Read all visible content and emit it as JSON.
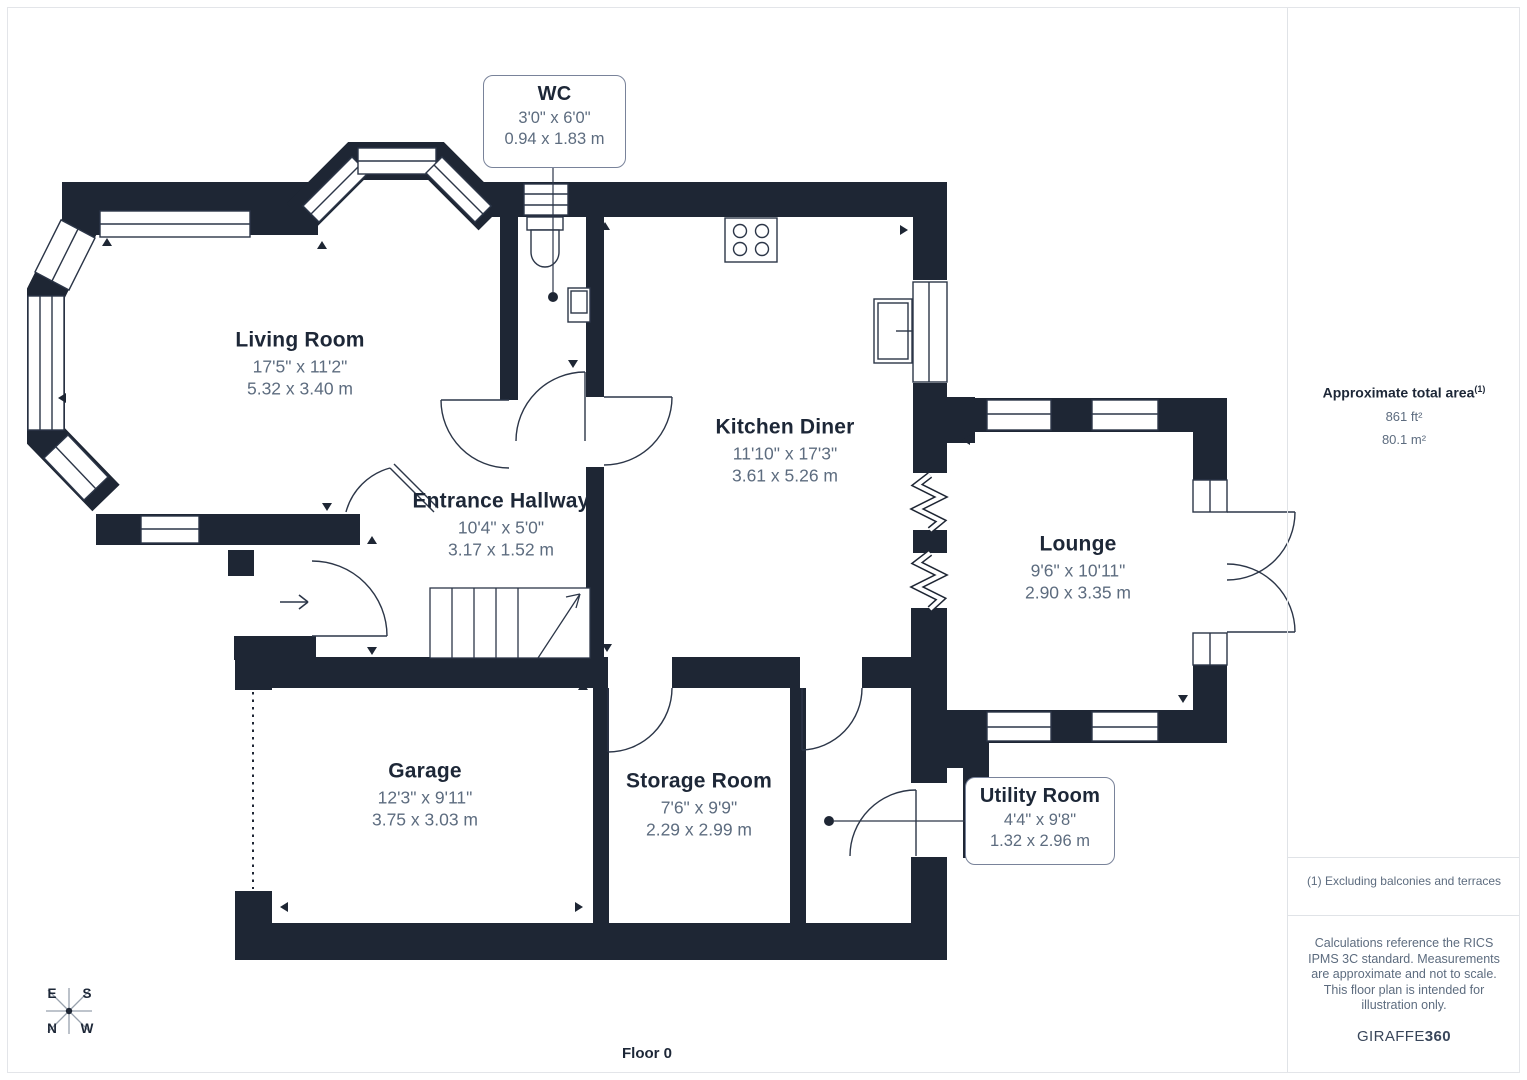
{
  "rooms": [
    {
      "id": "living-room",
      "name": "Living Room",
      "imperial": "17'5\" x 11'2\"",
      "metric": "5.32 x 3.40 m"
    },
    {
      "id": "kitchen-diner",
      "name": "Kitchen Diner",
      "imperial": "11'10\" x 17'3\"",
      "metric": "3.61 x 5.26 m"
    },
    {
      "id": "entrance-hallway",
      "name": "Entrance Hallway",
      "imperial": "10'4\" x 5'0\"",
      "metric": "3.17 x 1.52 m"
    },
    {
      "id": "lounge",
      "name": "Lounge",
      "imperial": "9'6\" x 10'11\"",
      "metric": "2.90 x 3.35 m"
    },
    {
      "id": "garage",
      "name": "Garage",
      "imperial": "12'3\" x 9'11\"",
      "metric": "3.75 x 3.03 m"
    },
    {
      "id": "storage-room",
      "name": "Storage Room",
      "imperial": "7'6\" x 9'9\"",
      "metric": "2.29 x 2.99 m"
    }
  ],
  "callouts": [
    {
      "id": "wc",
      "name": "WC",
      "imperial": "3'0\" x 6'0\"",
      "metric": "0.94 x 1.83 m"
    },
    {
      "id": "utility-room",
      "name": "Utility Room",
      "imperial": "4'4\" x 9'8\"",
      "metric": "1.32 x 2.96 m"
    }
  ],
  "sidebar": {
    "area_title": "Approximate total area",
    "area_marker": "(1)",
    "area_imperial": "861 ft²",
    "area_metric": "80.1 m²",
    "footnote": "(1) Excluding balconies and terraces",
    "disclaimer": "Calculations reference the RICS IPMS 3C standard. Measurements are approximate and not to scale. This floor plan is intended for illustration only.",
    "brand_regular": "GIRAFFE",
    "brand_bold": "360"
  },
  "footer": {
    "floor_label": "Floor 0"
  },
  "compass": {
    "e": "E",
    "s": "S",
    "n": "N",
    "w": "W"
  },
  "colors": {
    "wall": "#1e2634",
    "line": "#2c3648",
    "text_dark": "#1d2737",
    "text_gray": "#5d6c7f",
    "divider": "#e0e3e7"
  }
}
